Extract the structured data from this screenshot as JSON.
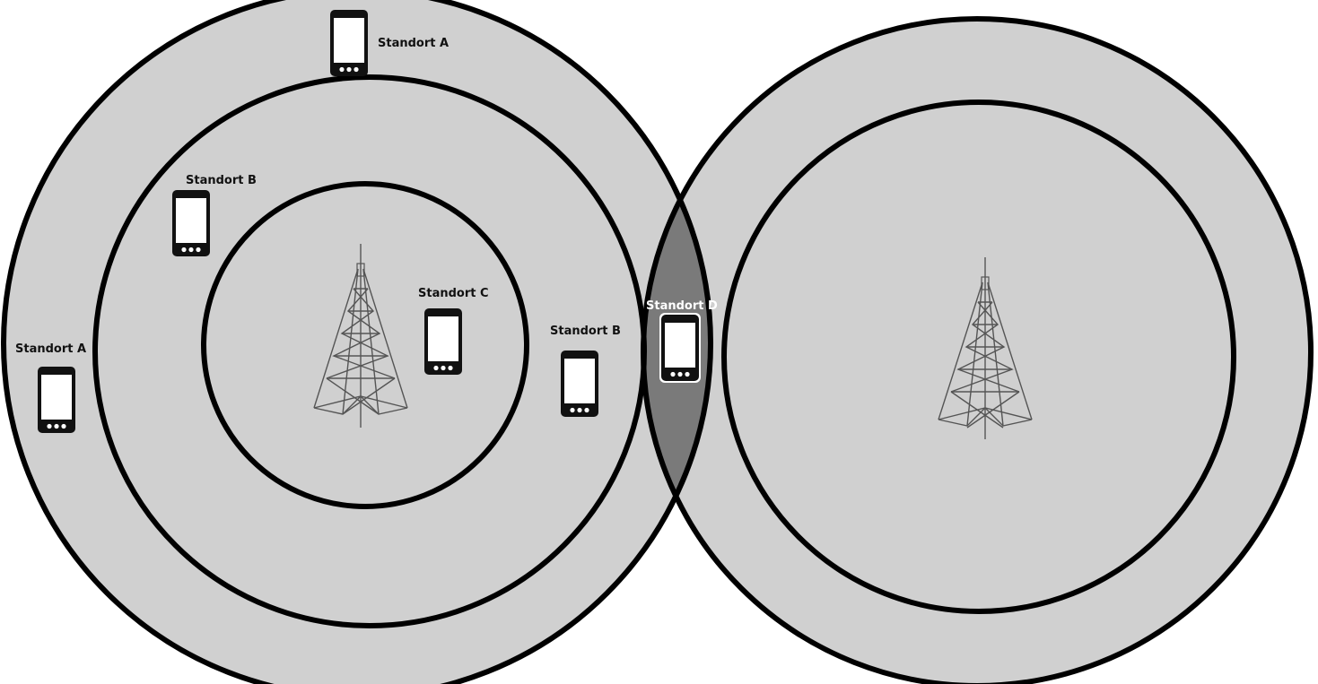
{
  "colors": {
    "coverage_fill": "#d0d0d0",
    "overlap_fill": "#7a7a7a",
    "ring_stroke": "#000000",
    "phone_body": "#111111",
    "phone_screen": "#ffffff",
    "tower_stroke": "#555555"
  },
  "cells": [
    {
      "id": "left",
      "tower_icon": "radio-tower-icon",
      "rings": 3
    },
    {
      "id": "right",
      "tower_icon": "radio-tower-icon",
      "rings": 2
    }
  ],
  "labels": {
    "a_top": "Standort A",
    "a_left": "Standort A",
    "b_upper": "Standort B",
    "b_right": "Standort B",
    "c": "Standort C",
    "d": "Standort D"
  },
  "device_icon": "smartphone-icon"
}
